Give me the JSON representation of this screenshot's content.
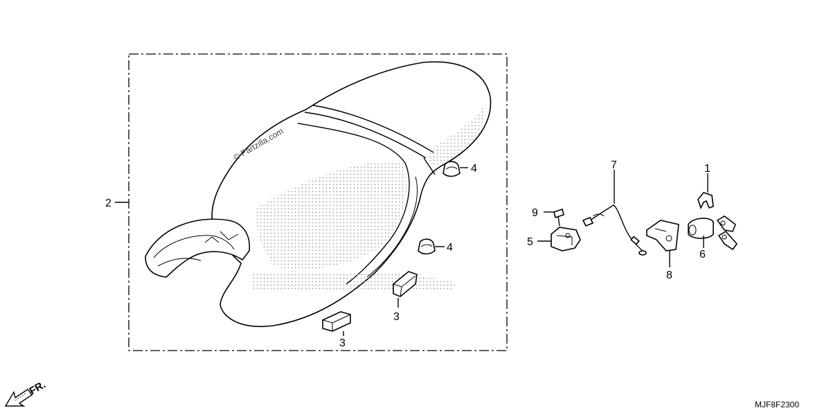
{
  "watermark": "© Partzilla.com",
  "diagram_code": "MJF8F2300",
  "front_indicator": "FR.",
  "callouts": {
    "c1": "1",
    "c2": "2",
    "c3a": "3",
    "c3b": "3",
    "c4a": "4",
    "c4b": "4",
    "c5": "5",
    "c6": "6",
    "c7": "7",
    "c8": "8",
    "c9": "9"
  },
  "colors": {
    "ink": "#000000",
    "dots": "#9a9a9a",
    "background": "#ffffff"
  }
}
